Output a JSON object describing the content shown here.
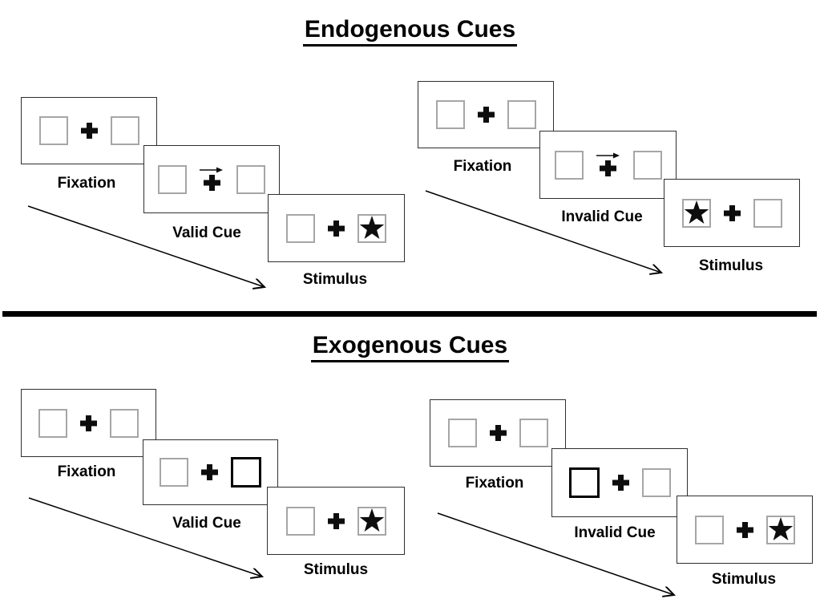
{
  "diagram": {
    "background": "#ffffff",
    "colors": {
      "panel_border": "#2f2f2f",
      "box_border": "#a6a6a6",
      "highlight_border": "#000000",
      "symbol": "#0d0d0d",
      "divider": "#000000",
      "text": "#000000"
    },
    "sections": [
      {
        "title": "Endogenous Cues",
        "trials": [
          {
            "name": "valid-trial",
            "panels": [
              {
                "label": "Fixation",
                "left_box": "empty",
                "center": "plus",
                "right_box": "empty"
              },
              {
                "label": "Valid Cue",
                "left_box": "empty",
                "center": "plus-with-right-arrow",
                "right_box": "empty"
              },
              {
                "label": "Stimulus",
                "left_box": "empty",
                "center": "plus",
                "right_box": "star"
              }
            ]
          },
          {
            "name": "invalid-trial",
            "panels": [
              {
                "label": "Fixation",
                "left_box": "empty",
                "center": "plus",
                "right_box": "empty"
              },
              {
                "label": "Invalid Cue",
                "left_box": "empty",
                "center": "plus-with-right-arrow",
                "right_box": "empty"
              },
              {
                "label": "Stimulus",
                "left_box": "star",
                "center": "plus",
                "right_box": "empty"
              }
            ]
          }
        ]
      },
      {
        "title": "Exogenous Cues",
        "trials": [
          {
            "name": "valid-trial",
            "panels": [
              {
                "label": "Fixation",
                "left_box": "empty",
                "center": "plus",
                "right_box": "empty"
              },
              {
                "label": "Valid Cue",
                "left_box": "empty",
                "center": "plus",
                "right_box": "highlighted"
              },
              {
                "label": "Stimulus",
                "left_box": "empty",
                "center": "plus",
                "right_box": "star"
              }
            ]
          },
          {
            "name": "invalid-trial",
            "panels": [
              {
                "label": "Fixation",
                "left_box": "empty",
                "center": "plus",
                "right_box": "empty"
              },
              {
                "label": "Invalid Cue",
                "left_box": "highlighted",
                "center": "plus",
                "right_box": "empty"
              },
              {
                "label": "Stimulus",
                "left_box": "empty",
                "center": "plus",
                "right_box": "star"
              }
            ]
          }
        ]
      }
    ]
  }
}
